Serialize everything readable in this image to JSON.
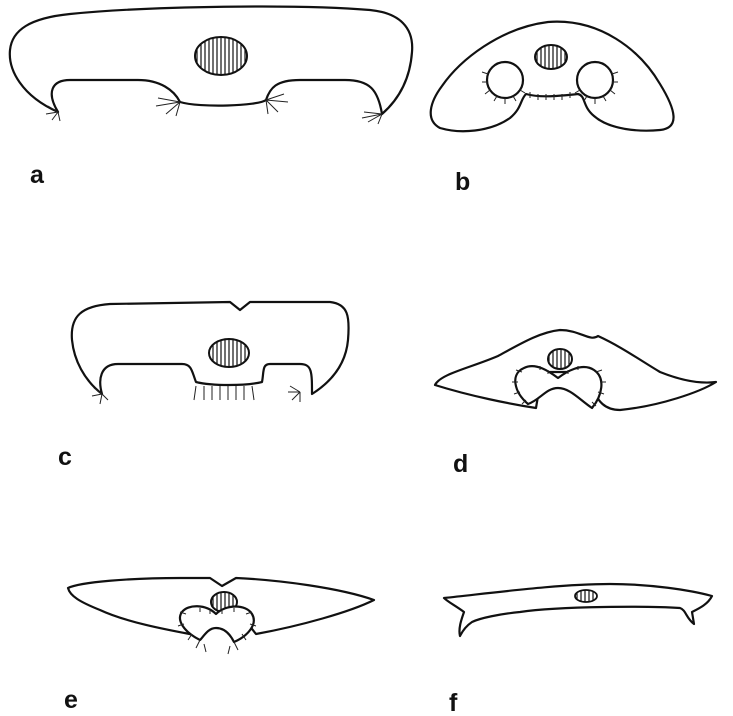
{
  "figure": {
    "panels": [
      {
        "id": "a",
        "label": "a"
      },
      {
        "id": "b",
        "label": "b"
      },
      {
        "id": "c",
        "label": "c"
      },
      {
        "id": "d",
        "label": "d"
      },
      {
        "id": "e",
        "label": "e"
      },
      {
        "id": "f",
        "label": "f"
      }
    ],
    "colors": {
      "line": "#111111",
      "fill": "#ffffff"
    }
  }
}
